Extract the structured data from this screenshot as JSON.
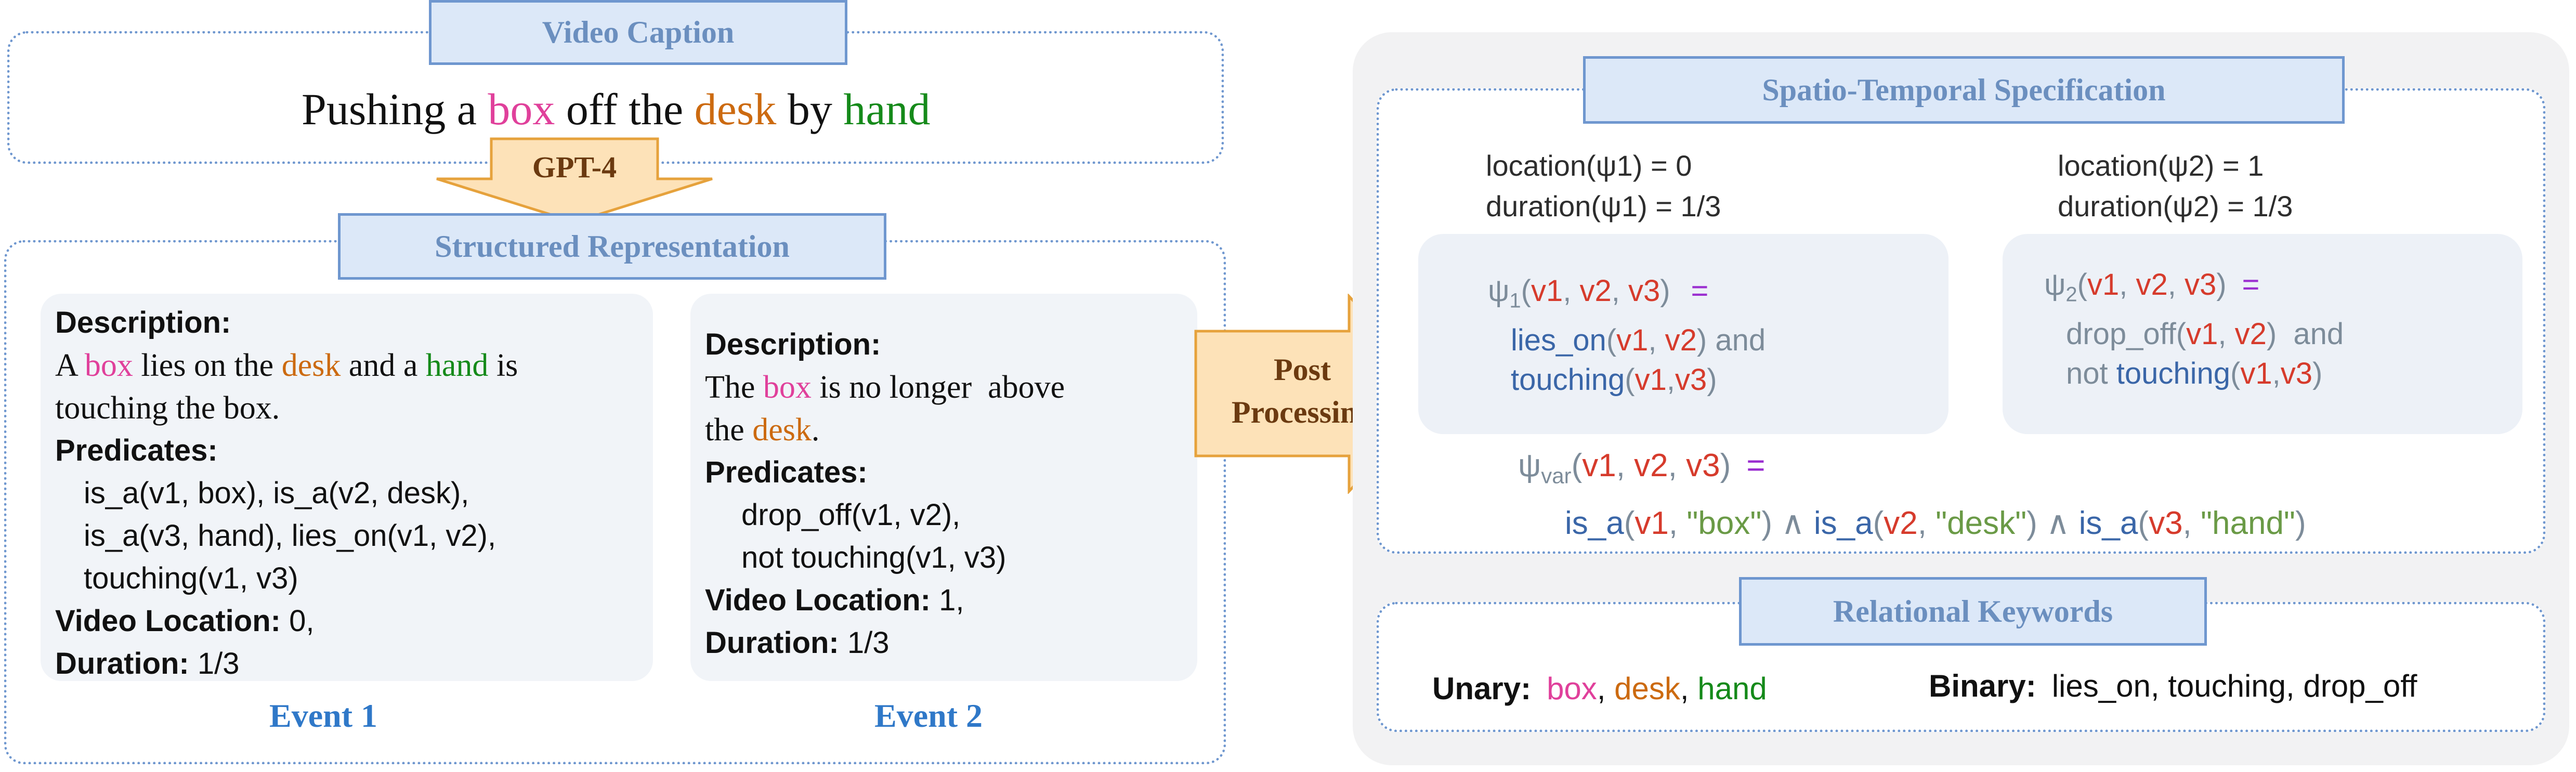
{
  "caption": {
    "tag": "Video Caption",
    "parts": [
      "Pushing a ",
      "box",
      " off the ",
      "desk",
      " by ",
      "hand"
    ]
  },
  "gpt_label": "GPT-4",
  "structured": {
    "tag": "Structured Representation",
    "event1": {
      "description_label": "Description:",
      "description_parts": [
        "A ",
        "box",
        " lies on the ",
        "desk",
        " and a ",
        "hand",
        " is"
      ],
      "description_line2": "touching the box.",
      "predicates_label": "Predicates:",
      "predicates": [
        "is_a(v1, box), is_a(v2, desk),",
        "is_a(v3, hand), lies_on(v1, v2),",
        "touching(v1, v3)"
      ],
      "location_label": "Video Location:",
      "location_value": " 0,",
      "duration_label": "Duration:",
      "duration_value": " 1/3",
      "name": "Event 1"
    },
    "event2": {
      "description_label": "Description:",
      "description_parts": [
        "The ",
        "box",
        " is no longer  above"
      ],
      "description_line2_parts": [
        "the ",
        "desk",
        "."
      ],
      "predicates_label": "Predicates:",
      "predicates": [
        "drop_off(v1, v2),",
        "not touching(v1, v3)"
      ],
      "location_label": "Video Location:",
      "location_value": " 1,",
      "duration_label": "Duration:",
      "duration_value": " 1/3",
      "name": "Event 2"
    }
  },
  "post_processing": [
    "Post",
    "Processing"
  ],
  "spec": {
    "tag": "Spatio-Temporal Specification",
    "psi1_meta": [
      "location(ψ1) = 0",
      "duration(ψ1) = 1/3"
    ],
    "psi2_meta": [
      "location(ψ2) = 1",
      "duration(ψ2) = 1/3"
    ],
    "psi1": {
      "symbol": "ψ",
      "sub": "1",
      "open": "(",
      "v1": "v1",
      "sep": ", ",
      "v2": "v2",
      "v3": "v3",
      "close": ")",
      "eq": "=",
      "l2_fn": "lies_on",
      "l2_tail": ") and",
      "l3_fn": "touching",
      "l3_sep": ",",
      "l3_tail": ")"
    },
    "psi2": {
      "symbol": "ψ",
      "sub": "2",
      "open": "(",
      "v1": "v1",
      "sep": ", ",
      "v2": "v2",
      "v3": "v3",
      "close": ")",
      "eq": "=",
      "l2_fn": "drop_off",
      "l2_tail": ")  and",
      "l3_not": "not ",
      "l3_fn": "touching",
      "l3_sep": ",",
      "l3_tail": ")"
    },
    "psivar": {
      "symbol": "ψ",
      "sub": "var",
      "open": "(",
      "v1": "v1",
      "sep": ", ",
      "v2": "v2",
      "v3": "v3",
      "close": ")",
      "eq": "=",
      "isa": "is_a",
      "box": "\"box\"",
      "desk": "\"desk\"",
      "hand": "\"hand\"",
      "and": " ∧ "
    }
  },
  "keywords": {
    "tag": "Relational Keywords",
    "unary_label": "Unary:",
    "unary": [
      "box",
      "desk",
      "hand"
    ],
    "comma": ", ",
    "binary_label": "Binary:",
    "binary": "lies_on, touching, drop_off"
  },
  "colors": {
    "tag_fill": "#dce8f8",
    "tag_border": "#6f97cf",
    "arrow_fill": "#fde2b8",
    "arrow_stroke": "#e6a23c",
    "panel_gray": "#f2f2f3",
    "event_label": "#2f78c8"
  }
}
